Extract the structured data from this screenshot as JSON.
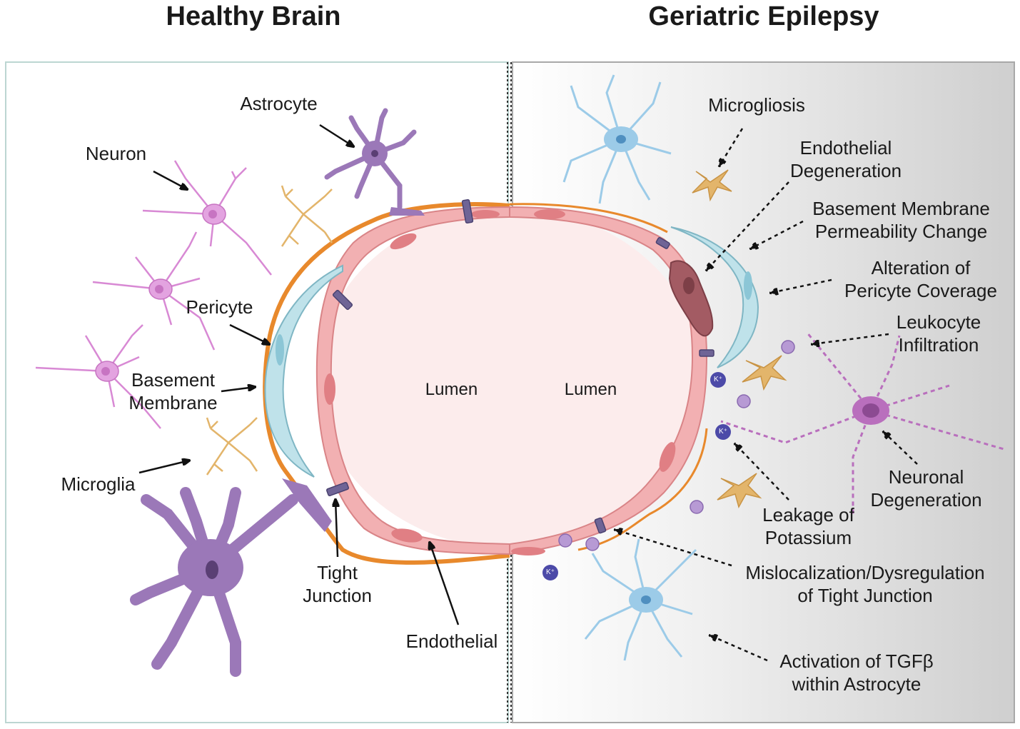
{
  "titles": {
    "left": "Healthy Brain",
    "right": "Geriatric Epilepsy"
  },
  "healthy_labels": {
    "astrocyte": "Astrocyte",
    "neuron": "Neuron",
    "pericyte": "Pericyte",
    "basement_membrane": [
      "Basement",
      "Membrane"
    ],
    "microglia": "Microglia",
    "tight_junction": [
      "Tight",
      "Junction"
    ],
    "endothelial": "Endothelial",
    "lumen": "Lumen"
  },
  "epilepsy_labels": {
    "lumen": "Lumen",
    "microgliosis": "Microgliosis",
    "endothelial_degeneration": [
      "Endothelial",
      "Degeneration"
    ],
    "basement_membrane_change": [
      "Basement Membrane",
      "Permeability Change"
    ],
    "pericyte_coverage": [
      "Alteration of",
      "Pericyte Coverage"
    ],
    "leukocyte_infiltration": [
      "Leukocyte",
      "Infiltration"
    ],
    "neuronal_degeneration": [
      "Neuronal",
      "Degeneration"
    ],
    "potassium_leakage": [
      "Leakage of",
      "Potassium"
    ],
    "tight_junction_dysregulation": [
      "Mislocalization/Dysregulation",
      "of Tight Junction"
    ],
    "tgfb_activation": [
      "Activation of TGFβ",
      "within Astrocyte"
    ]
  },
  "ion_label": "K⁺",
  "colors": {
    "neuron": "#e3a3e0",
    "astrocyte": "#9b78b8",
    "microglia": "#e3b56b",
    "pericyte": "#bfe2ea",
    "endothelial": "#f2b0b2",
    "basement_membrane": "#e8892c",
    "tight_junction": "#6f6496",
    "lumen": "#fcecec",
    "reactive_astrocyte": "#9ccbe8",
    "leukocyte": "#b79ad4",
    "potassium": "#4c4aa8",
    "degenerated_cell": "#a35b63"
  }
}
